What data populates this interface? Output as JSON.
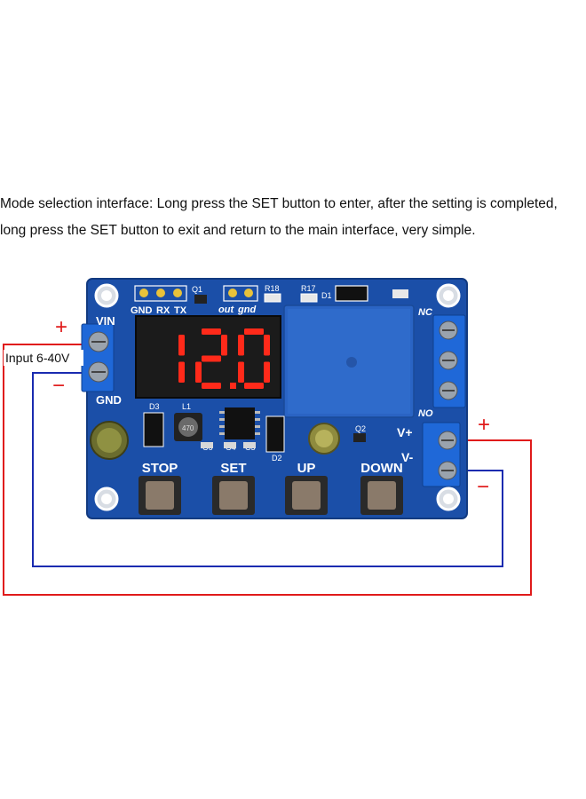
{
  "caption": {
    "line1": "Mode selection interface: Long press the SET button to enter, after the setting is completed,",
    "line2": "long press the SET button to exit and return to the main interface, very simple."
  },
  "display": {
    "value": "12.0",
    "color": "#ff2a1a"
  },
  "board": {
    "color": "#1b4fa8",
    "header_labels": [
      "GND",
      "RX",
      "TX"
    ],
    "out_label": "out",
    "gnd_label": "gnd",
    "q1": "Q1",
    "r18": "R18",
    "r17": "R17",
    "d1": "D1",
    "d2": "D2",
    "d3": "D3",
    "q2": "Q2",
    "l1": "L1",
    "c4": "C4",
    "c5": "C5",
    "c6": "C6",
    "vin": "VIN",
    "gnd": "GND",
    "nc": "NC",
    "no": "NO",
    "vplus": "V+",
    "vminus": "V-",
    "inductor_mark": "470"
  },
  "buttons": [
    "STOP",
    "SET",
    "UP",
    "DOWN"
  ],
  "wiring": {
    "input_label": "Input 6-40V",
    "plus": "+",
    "minus": "−",
    "plus_color": "#e01b1b",
    "minus_color": "#1a2bb0"
  }
}
